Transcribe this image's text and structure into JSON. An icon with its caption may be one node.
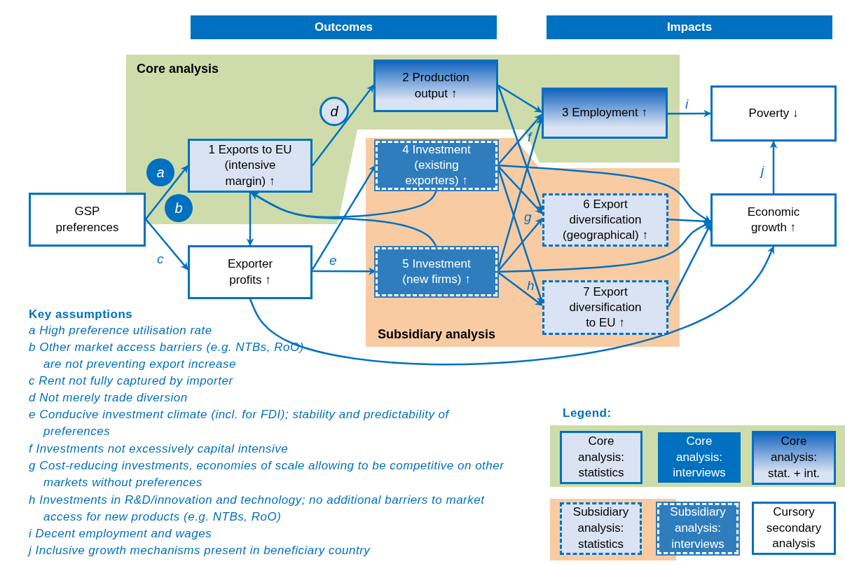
{
  "diagram": {
    "nodes": [
      {
        "text": [
          "Outcomes"
        ]
      },
      {
        "text": [
          "Impacts"
        ]
      },
      {
        "text": [
          "Core analysis"
        ]
      },
      {
        "text": [
          "2 Production output ↑"
        ],
        "in": 2
      },
      {
        "text": [
          "d"
        ],
        "in": 2
      },
      {
        "text": [
          "3 Employment ↑"
        ],
        "in": 2
      },
      {
        "text": [
          "1 Exports to EU (intensive margin) ↑"
        ],
        "in": 2
      },
      {
        "text": [
          "a"
        ],
        "in": 2
      },
      {
        "text": [
          "b"
        ],
        "in": 2
      },
      {
        "text": [
          "Poverty ↓"
        ]
      },
      {
        "text": [
          "GSP preferences"
        ]
      },
      {
        "text": [
          "Subsidiary analysis"
        ]
      },
      {
        "text": [
          "4 Investment (existing exporters) ↑"
        ],
        "in": 11
      },
      {
        "text": [
          "6 Export diversification (geographical) ↑"
        ],
        "in": 11
      },
      {
        "text": [
          "Economic growth ↑"
        ]
      },
      {
        "text": [
          "Exporter profits ↑"
        ]
      },
      {
        "text": [
          "5 Investment (new firms) ↑"
        ],
        "in": 11
      },
      {
        "text": [
          "7 Export diversification to EU ↑"
        ],
        "in": 11
      }
    ],
    "edges": [
      {
        "from": 10,
        "to": 6,
        "arrow": "to"
      },
      {
        "from": 10,
        "to": 15,
        "arrow": "to",
        "label": "c"
      },
      {
        "from": 6,
        "to": 3,
        "arrow": "to"
      },
      {
        "from": 6,
        "to": 15,
        "arrow": "to"
      },
      {
        "from": 15,
        "to": 12,
        "arrow": "to"
      },
      {
        "from": 15,
        "to": 16,
        "arrow": "to",
        "label": "e"
      },
      {
        "from": 15,
        "to": 14,
        "arrow": "to"
      },
      {
        "from": 12,
        "to": 6,
        "arrow": "to"
      },
      {
        "from": 16,
        "to": 6,
        "arrow": "to"
      },
      {
        "from": 3,
        "to": 5,
        "arrow": "to"
      },
      {
        "from": 3,
        "to": 13,
        "arrow": "to"
      },
      {
        "from": 12,
        "to": 5,
        "arrow": "to",
        "label": "f"
      },
      {
        "from": 12,
        "to": 13,
        "arrow": "to"
      },
      {
        "from": 12,
        "to": 17,
        "arrow": "to"
      },
      {
        "from": 12,
        "to": 14,
        "arrow": "to"
      },
      {
        "from": 16,
        "to": 5,
        "arrow": "to"
      },
      {
        "from": 16,
        "to": 13,
        "arrow": "to",
        "label": "g"
      },
      {
        "from": 16,
        "to": 17,
        "arrow": "to",
        "label": "h"
      },
      {
        "from": 16,
        "to": 14,
        "arrow": "to"
      },
      {
        "from": 13,
        "to": 14,
        "arrow": "to"
      },
      {
        "from": 17,
        "to": 14,
        "arrow": "to"
      },
      {
        "from": 5,
        "to": 9,
        "arrow": "to",
        "label": "i"
      },
      {
        "from": 14,
        "to": 9,
        "arrow": "to",
        "label": "j"
      }
    ],
    "labels": [
      "Key assumptions",
      "a High preference utilisation rate",
      "b Other market access barriers (e.g. NTBs, RoO) are not preventing export increase",
      "c Rent not fully captured by importer",
      "d Not merely trade diversion",
      "e Conducive investment climate (incl. for FDI); stability and predictability of preferences",
      "f Investments not excessively capital intensive",
      "g Cost-reducing investments, economies of scale allowing to be competitive on other markets without preferences",
      "h Investments in R&D/innovation and technology; no additional barriers to market access for new products (e.g. NTBs, RoO)",
      "i Decent employment and wages",
      "j Inclusive growth mechanisms present in beneficiary country",
      "Legend:"
    ],
    "legend": [
      {
        "text": "Core analysis: statistics"
      },
      {
        "text": "Core analysis: interviews"
      },
      {
        "text": "Core analysis: stat. + int."
      },
      {
        "text": "Subsidiary analysis: statistics"
      },
      {
        "text": "Subsidiary analysis: interviews"
      },
      {
        "text": "Cursory secondary analysis"
      }
    ]
  }
}
